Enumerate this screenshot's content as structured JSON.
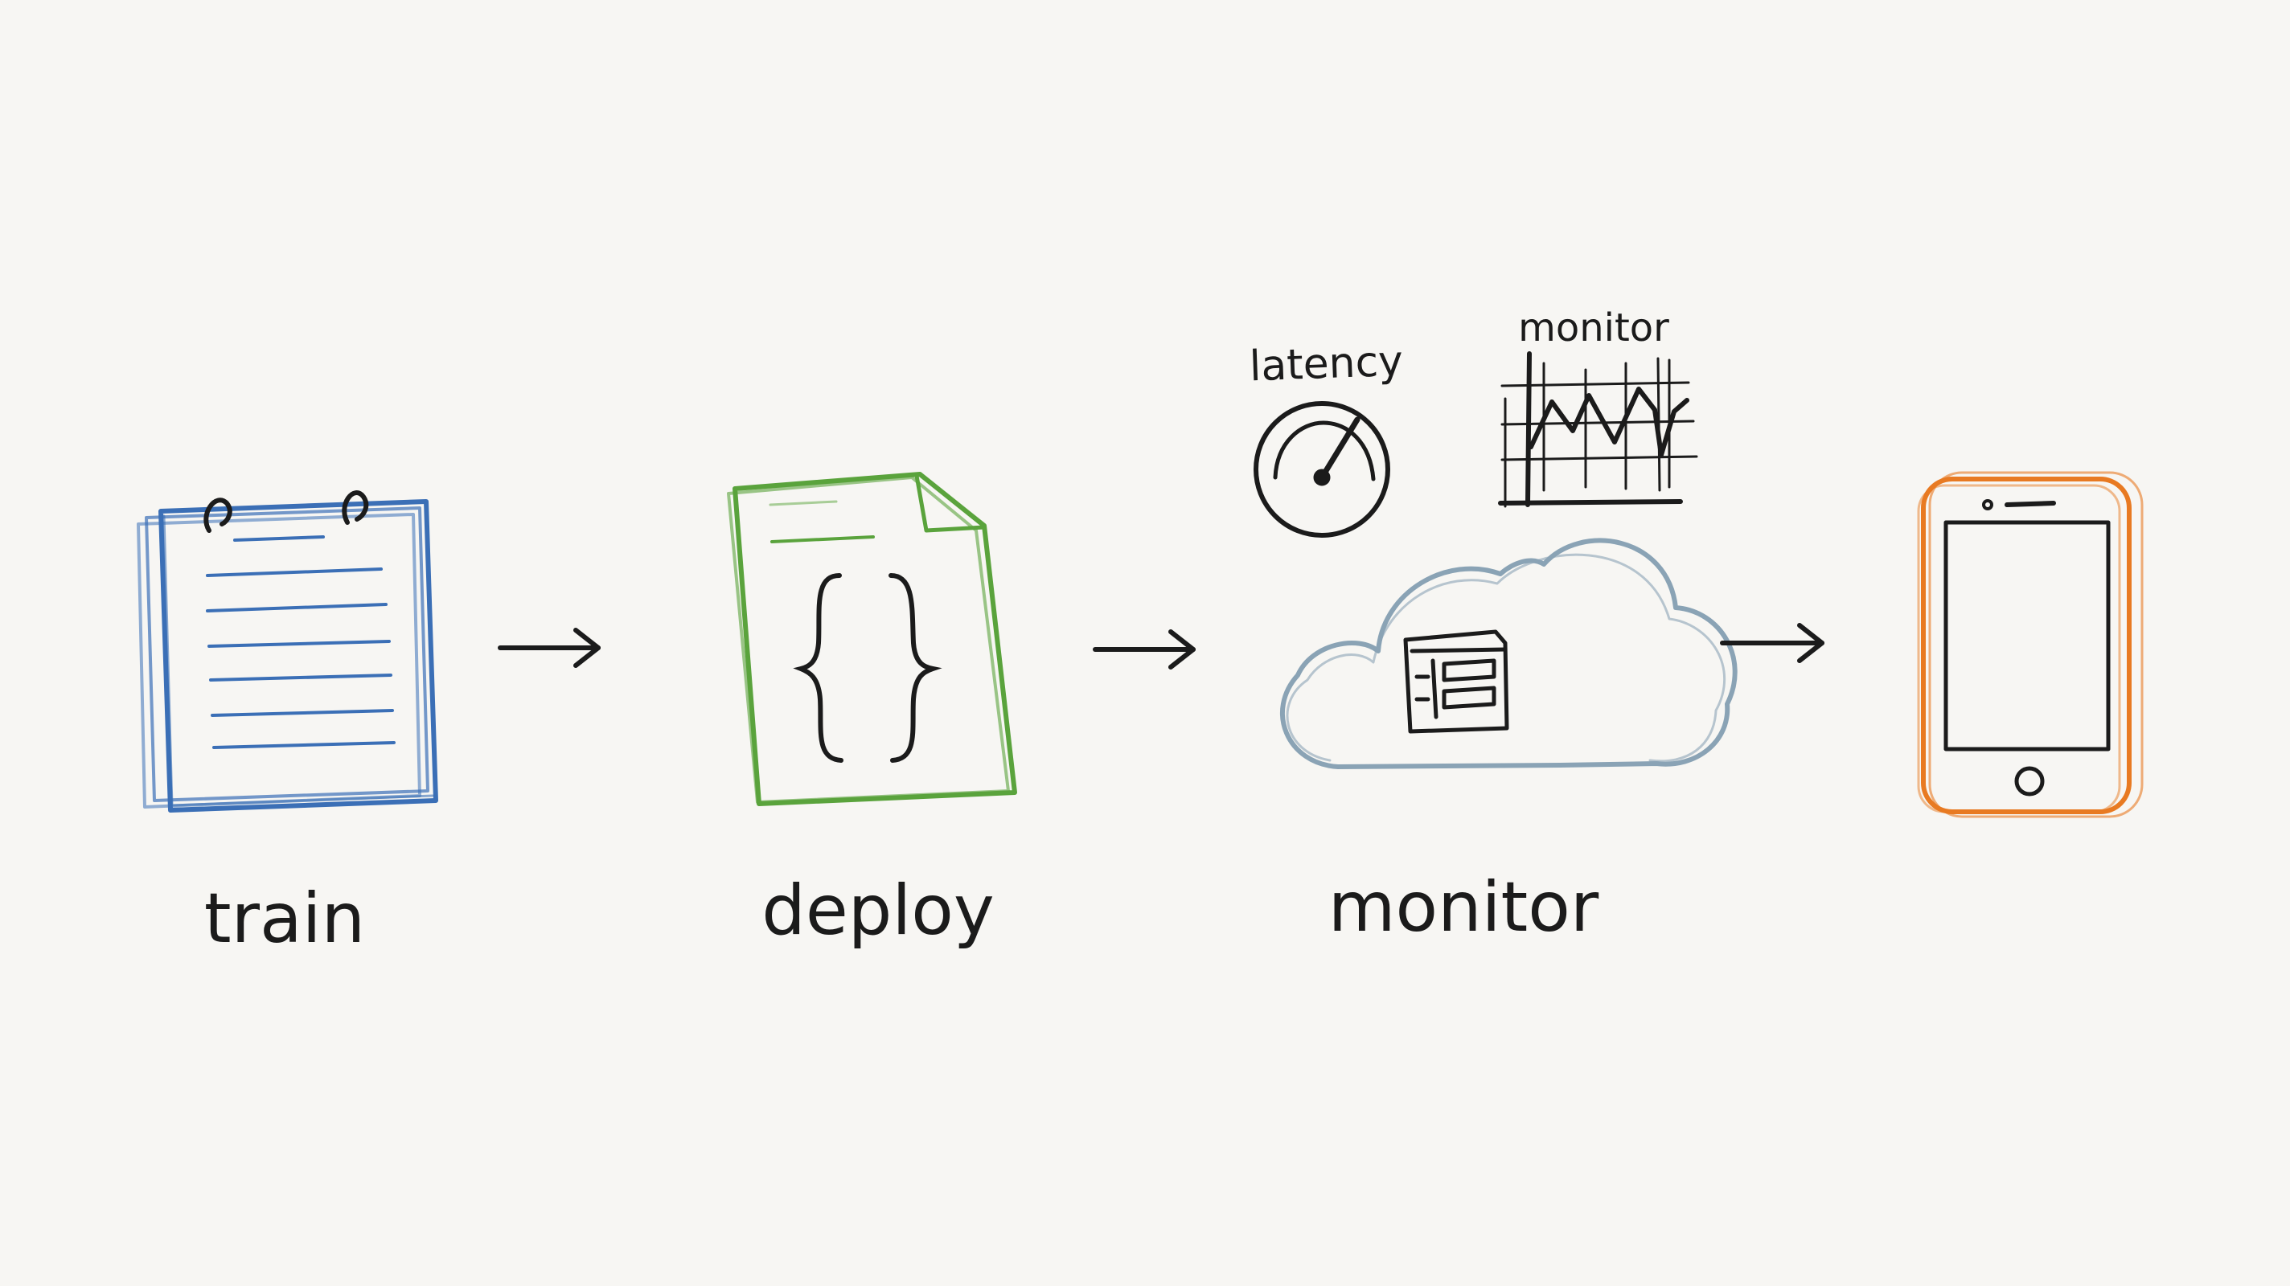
{
  "stages": [
    {
      "label": "train",
      "icon": "notebook-icon",
      "color": "#3b6fb6"
    },
    {
      "label": "deploy",
      "icon": "code-file-icon",
      "color": "#5aa33c"
    },
    {
      "label": "monitor",
      "icon": "cloud-server-icon",
      "color": "#8aa3b5"
    },
    {
      "label": "",
      "icon": "phone-icon",
      "color": "#e87a22"
    }
  ],
  "monitor_extras": {
    "gauge_label": "latency",
    "gauge_icon": "speedometer-icon",
    "chart_label": "monitor",
    "chart_icon": "line-chart-icon"
  },
  "arrows": [
    "arrow-right-icon",
    "arrow-right-icon",
    "arrow-right-icon"
  ],
  "colors": {
    "ink": "#1b1b1b",
    "background": "#f7f6f3"
  }
}
